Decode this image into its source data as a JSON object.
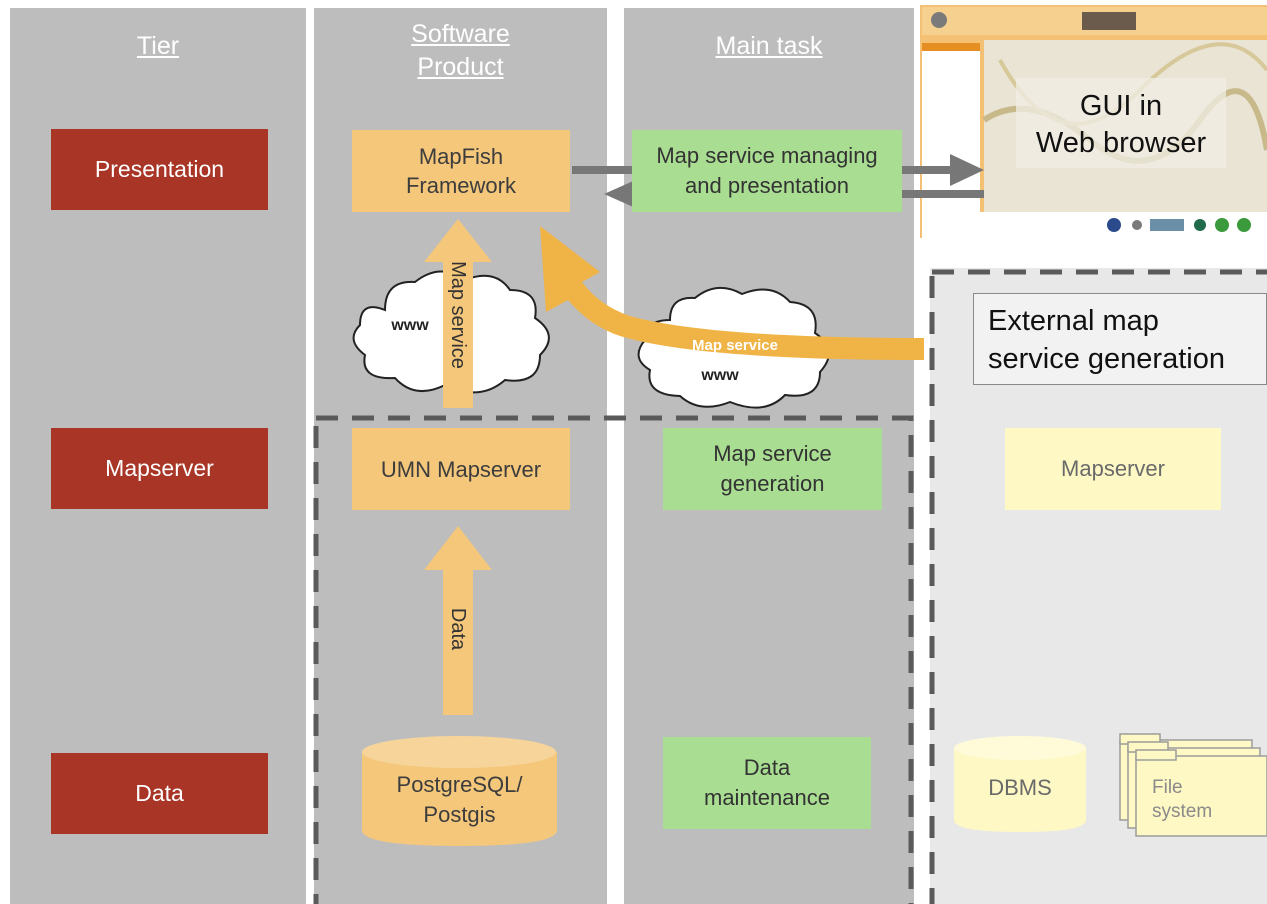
{
  "columns": {
    "tier_header": "Tier",
    "product_header_line1": "Software",
    "product_header_line2": "Product",
    "task_header": "Main task"
  },
  "tiers": {
    "presentation": "Presentation",
    "mapserver": "Mapserver",
    "data": "Data"
  },
  "product": {
    "mapfish_line1": "MapFish",
    "mapfish_line2": "Framework",
    "umn": "UMN Mapserver",
    "db_line1": "PostgreSQL/",
    "db_line2": "Postgis",
    "arrow_map_service": "Map service",
    "arrow_data": "Data",
    "cloud_www": "www"
  },
  "tasks": {
    "managing_line1": "Map service managing",
    "managing_line2": "and presentation",
    "generation_line1": "Map service",
    "generation_line2": "generation",
    "maintenance_line1": "Data",
    "maintenance_line2": "maintenance"
  },
  "gui": {
    "line1": "GUI in",
    "line2": "Web browser"
  },
  "external": {
    "title_line1": "External map",
    "title_line2": "service generation",
    "arrow_label": "Map service",
    "cloud_www": "www",
    "mapserver": "Mapserver",
    "dbms": "DBMS",
    "fs_line1": "File",
    "fs_line2": "system"
  },
  "colors": {
    "tier_red": "#a83526",
    "product_orange": "#f4c77b",
    "task_green": "#a9dd92",
    "external_yellow": "#fdf8c4",
    "column_gray": "#bdbdbd"
  }
}
